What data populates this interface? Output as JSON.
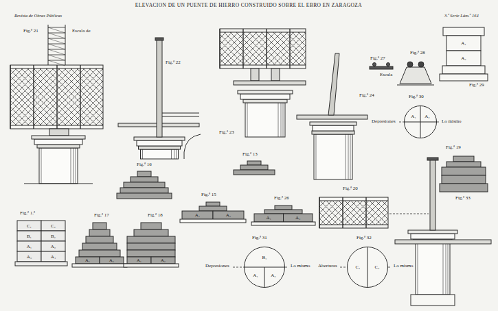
{
  "diagram": {
    "title": "ELEVACION DE UN PUENTE DE HIERRO CONSTRUIDO SOBRE EL EBRO EN ZARAGOZA",
    "nodes": [
      {
        "text": [
          "A₁",
          "A₂"
        ]
      },
      {
        "text": [
          "B₁",
          "A₁",
          "A₂"
        ]
      },
      {
        "text": [
          "C₁",
          "C₂"
        ]
      }
    ],
    "labels": [
      "Revista de Obras Públicas",
      "3.ª Serie Lám.ª 164",
      "Fig.ª 21",
      "Escala de",
      "Fig.ª 22",
      "Fig.ª 23",
      "Fig.ª 24",
      "Fig.ª 27",
      "Escala",
      "Fig.ª 28",
      "Fig.ª 29",
      "Fig.ª 30",
      "Depresiones",
      "Lo mismo",
      "Fig.ª 13",
      "Fig.ª 16",
      "Fig.ª 15",
      "Fig.ª 26",
      "Fig.ª 20",
      "Fig.ª 19",
      "Fig.ª 1.ª",
      "Fig.ª 17",
      "Fig.ª 18",
      "Fig.ª 31",
      "Fig.ª 32",
      "Depresiones",
      "Lo mismo",
      "Aberturas",
      "Lo mismo",
      "Fig.ª 33",
      "C₁",
      "C₂",
      "B₁",
      "B₂",
      "A₁",
      "A₂",
      "A₃",
      "A₄",
      "A₁",
      "A₂",
      "A₁",
      "A₂",
      "A₁",
      "A₂",
      "A₁",
      "A₂",
      "A₁",
      "A₂"
    ]
  }
}
